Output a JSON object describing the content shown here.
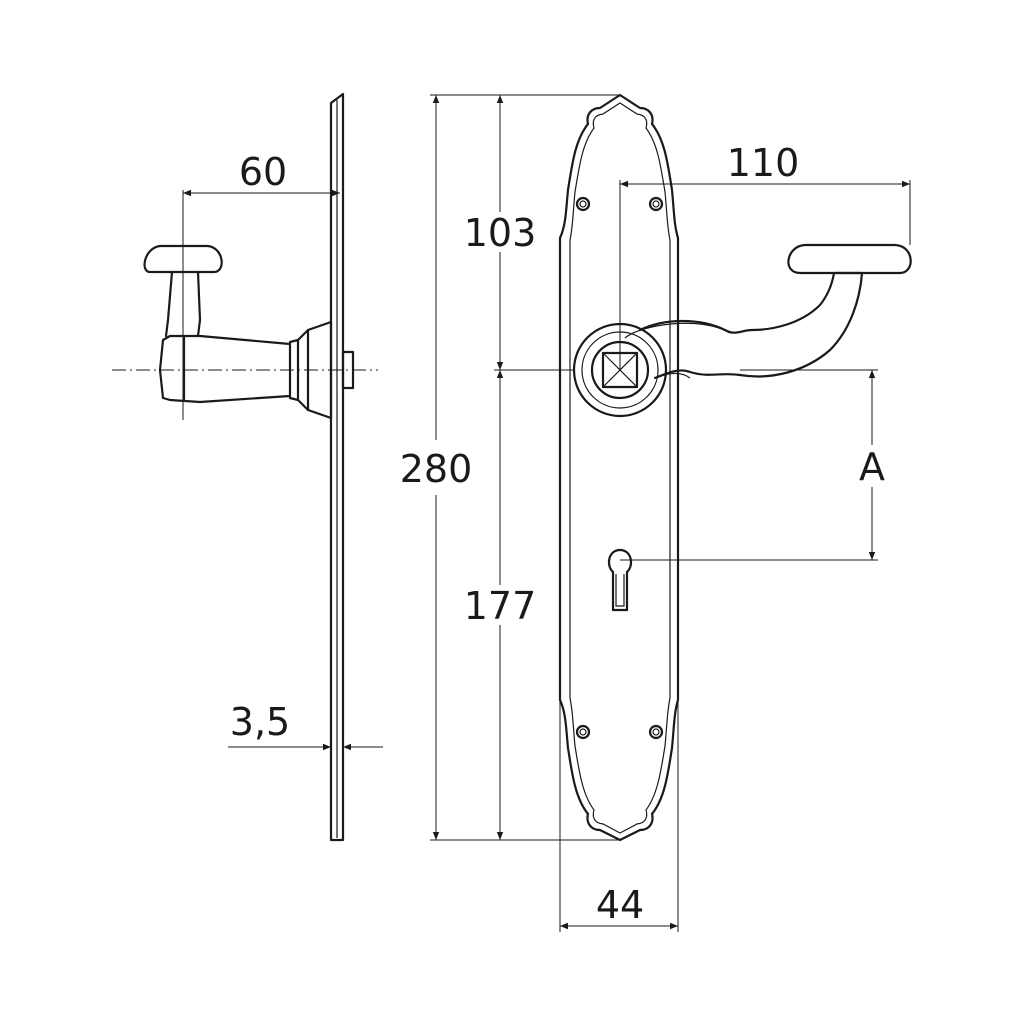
{
  "drawing": {
    "dimensions": {
      "handle_projection": "60",
      "plate_thickness": "3,5",
      "plate_height": "280",
      "top_to_spindle": "103",
      "spindle_to_bottom": "177",
      "lever_length": "110",
      "backset_distance": "A",
      "plate_width": "44"
    },
    "line_color": "#1a1a1a"
  }
}
